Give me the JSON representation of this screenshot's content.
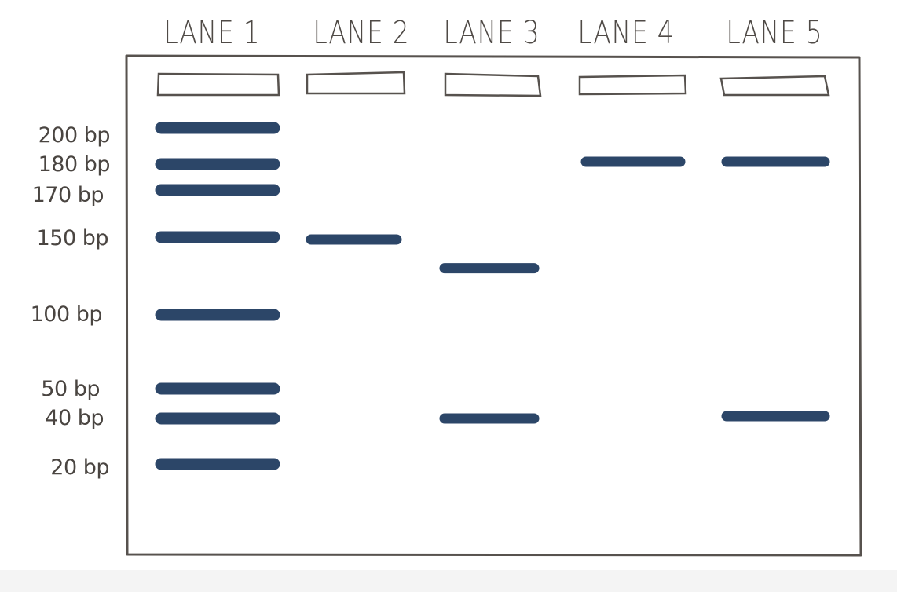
{
  "lane_labels": [
    "LANE 1",
    "LANE 2",
    "LANE 3",
    "LANE 4",
    "LANE 5"
  ],
  "ladder_labels": [
    "200 bp",
    "180 bp",
    "170 bp",
    "150 bp",
    "100 bp",
    "50 bp",
    "40 bp",
    "20 bp"
  ],
  "colors": {
    "band": "#2c4668",
    "outline": "#57524e",
    "label": "#4a4541"
  },
  "bands": [
    {
      "lane": "LANE 1",
      "size_bp": [
        200,
        180,
        170,
        150,
        100,
        50,
        40,
        20
      ]
    },
    {
      "lane": "LANE 2",
      "size_bp": [
        150
      ]
    },
    {
      "lane": "LANE 3",
      "size_bp": [
        130,
        40
      ]
    },
    {
      "lane": "LANE 4",
      "size_bp": [
        180
      ]
    },
    {
      "lane": "LANE 5",
      "size_bp": [
        180,
        40
      ]
    }
  ]
}
